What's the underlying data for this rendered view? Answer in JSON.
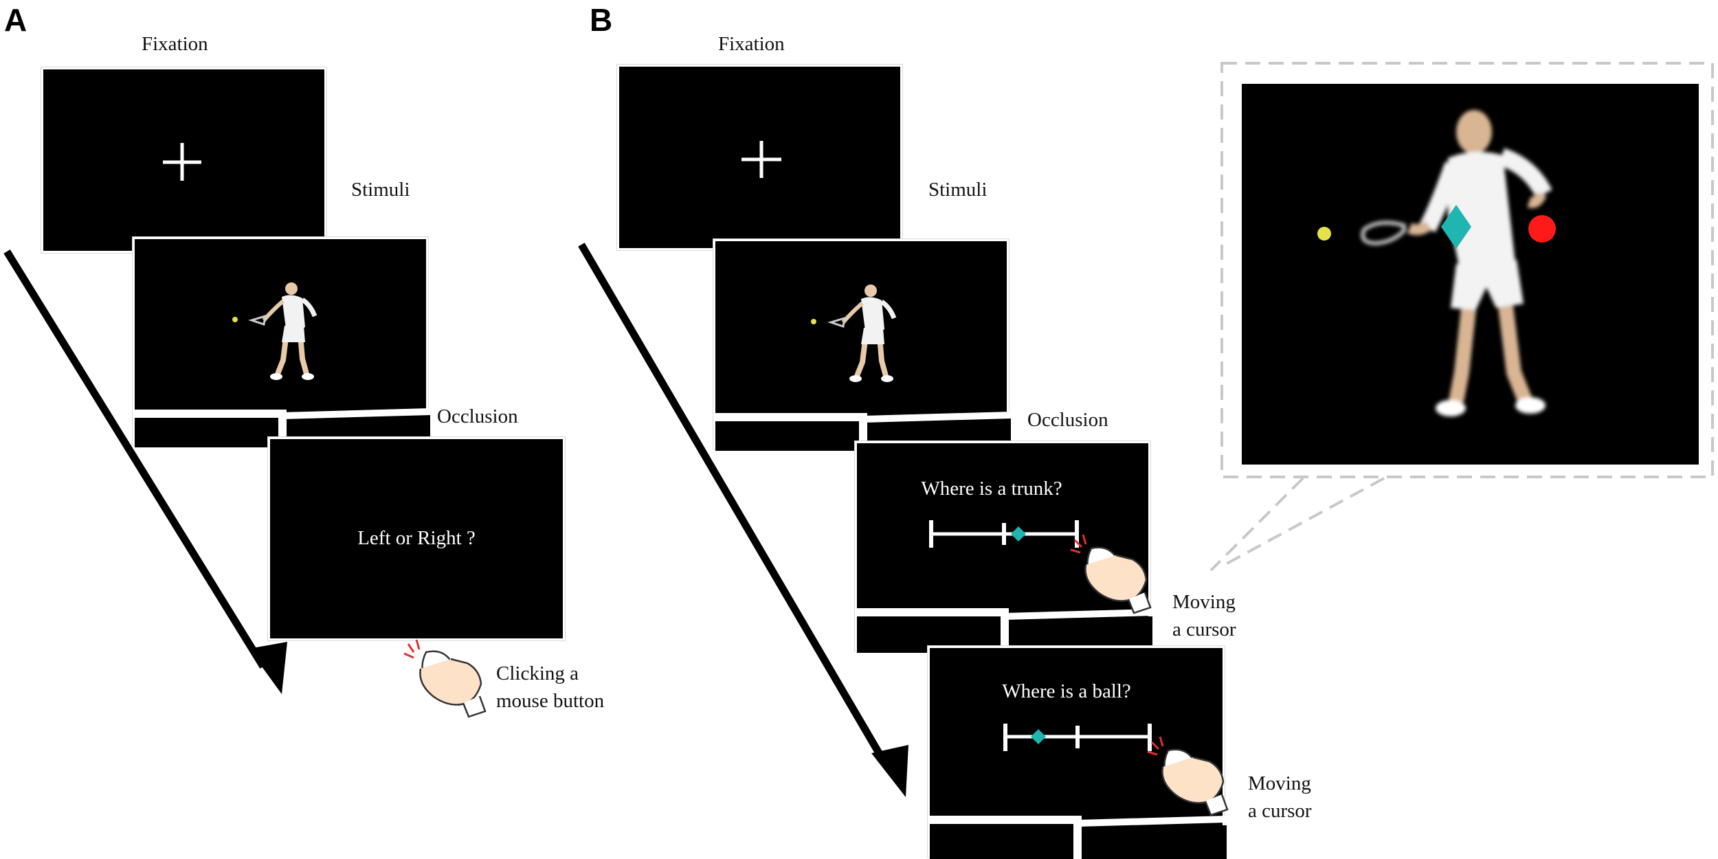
{
  "panel_a": {
    "letter": "A",
    "fixation_label": "Fixation",
    "stimuli_label": "Stimuli",
    "occlusion_label": "Occlusion",
    "question": "Left  or Right  ?",
    "response_label_line1": "Clicking  a",
    "response_label_line2": "mouse button"
  },
  "panel_b": {
    "letter": "B",
    "fixation_label": "Fixation",
    "stimuli_label": "Stimuli",
    "occlusion_label": "Occlusion",
    "question_trunk": "Where is a trunk?",
    "question_ball": "Where is a ball?",
    "response1_line1": "Moving",
    "response1_line2": "a cursor",
    "response2_line1": "Moving",
    "response2_line2": "a cursor"
  },
  "colors": {
    "diamond": "#1fb5b0",
    "trunk_marker": "#ff1a1a",
    "ball": "#e6e24a",
    "arrow": "#000000",
    "zoom_border": "#c8c8c8"
  },
  "icons": [
    "fixation-cross-icon",
    "tennis-player-icon",
    "hand-mouse-icon",
    "diamond-marker-icon",
    "red-dot-icon"
  ]
}
